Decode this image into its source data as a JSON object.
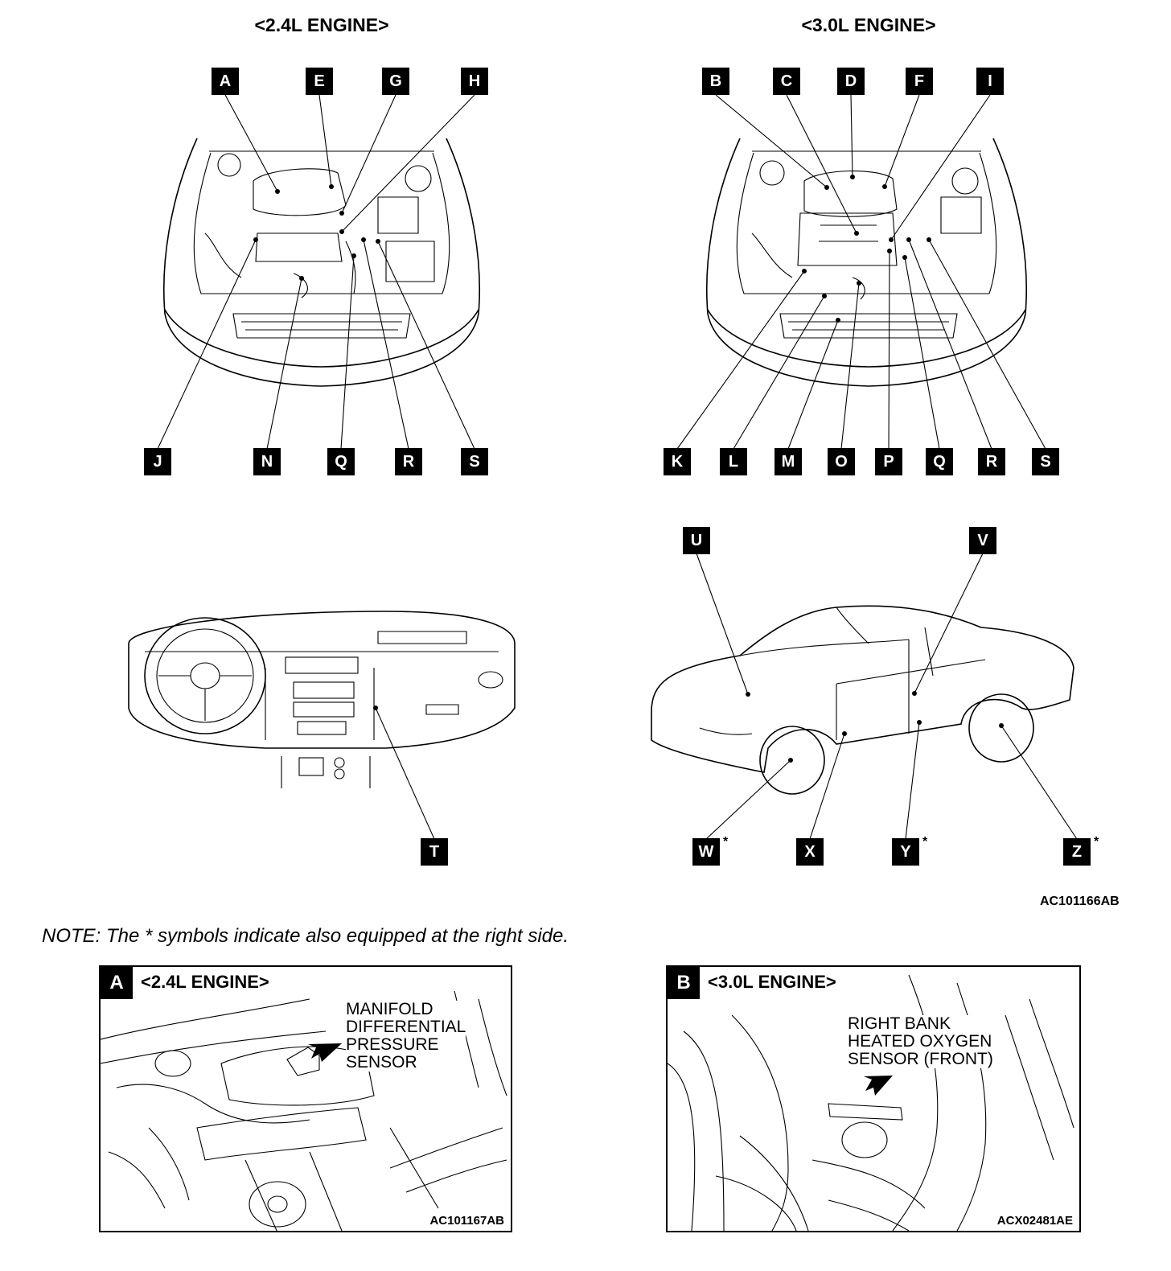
{
  "headings": {
    "left": "<2.4L ENGINE>",
    "right": "<3.0L ENGINE>"
  },
  "labels": {
    "l24_top": [
      "A",
      "E",
      "G",
      "H"
    ],
    "l30_top": [
      "B",
      "C",
      "D",
      "F",
      "I"
    ],
    "l24_bottom": [
      "J",
      "N",
      "Q",
      "R",
      "S"
    ],
    "l30_bottom": [
      "K",
      "L",
      "M",
      "O",
      "P",
      "Q",
      "R",
      "S"
    ],
    "dash": [
      "T"
    ],
    "car_top": [
      "U",
      "V"
    ],
    "car_bottom": [
      "W",
      "X",
      "Y",
      "Z"
    ]
  },
  "asterisk": "*",
  "figure_code": "AC101166AB",
  "note": "NOTE: The * symbols indicate also equipped at the right side.",
  "inset_a": {
    "tag": "A",
    "title": "<2.4L ENGINE>",
    "callout": [
      "MANIFOLD",
      "DIFFERENTIAL",
      "PRESSURE",
      "SENSOR"
    ],
    "code": "AC101167AB"
  },
  "inset_b": {
    "tag": "B",
    "title": "<3.0L ENGINE>",
    "callout": [
      "RIGHT BANK",
      "HEATED OXYGEN",
      "SENSOR (FRONT)"
    ],
    "code": "ACX02481AE"
  }
}
